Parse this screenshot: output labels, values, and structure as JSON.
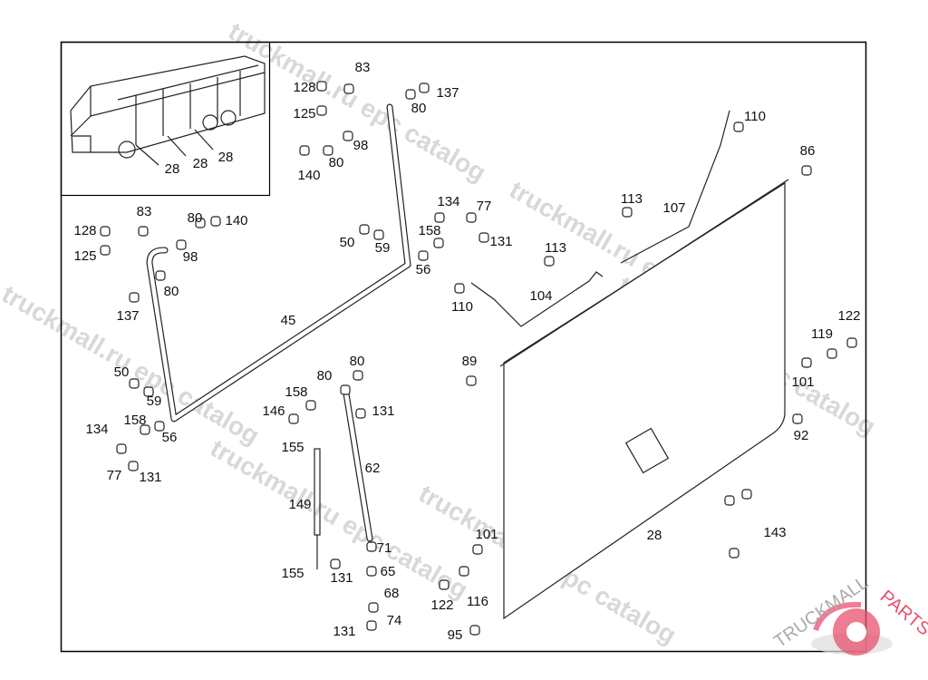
{
  "watermark": {
    "text": "truckmall.ru epc catalog",
    "logo_text_1": "TRUCKMALL",
    "logo_text_2": "PARTS",
    "logo_color": "#e8506e"
  },
  "inset": {
    "labels": [
      "28",
      "28",
      "28"
    ]
  },
  "labels": [
    "83",
    "128",
    "137",
    "125",
    "80",
    "98",
    "80",
    "140",
    "110",
    "86",
    "113",
    "107",
    "134",
    "77",
    "158",
    "50",
    "59",
    "131",
    "113",
    "56",
    "83",
    "80",
    "140",
    "128",
    "98",
    "125",
    "80",
    "137",
    "104",
    "110",
    "45",
    "122",
    "119",
    "89",
    "80",
    "50",
    "80",
    "101",
    "59",
    "158",
    "131",
    "146",
    "158",
    "134",
    "56",
    "92",
    "155",
    "62",
    "77",
    "131",
    "149",
    "28",
    "143",
    "101",
    "71",
    "155",
    "131",
    "65",
    "122",
    "116",
    "68",
    "74",
    "131",
    "95"
  ]
}
